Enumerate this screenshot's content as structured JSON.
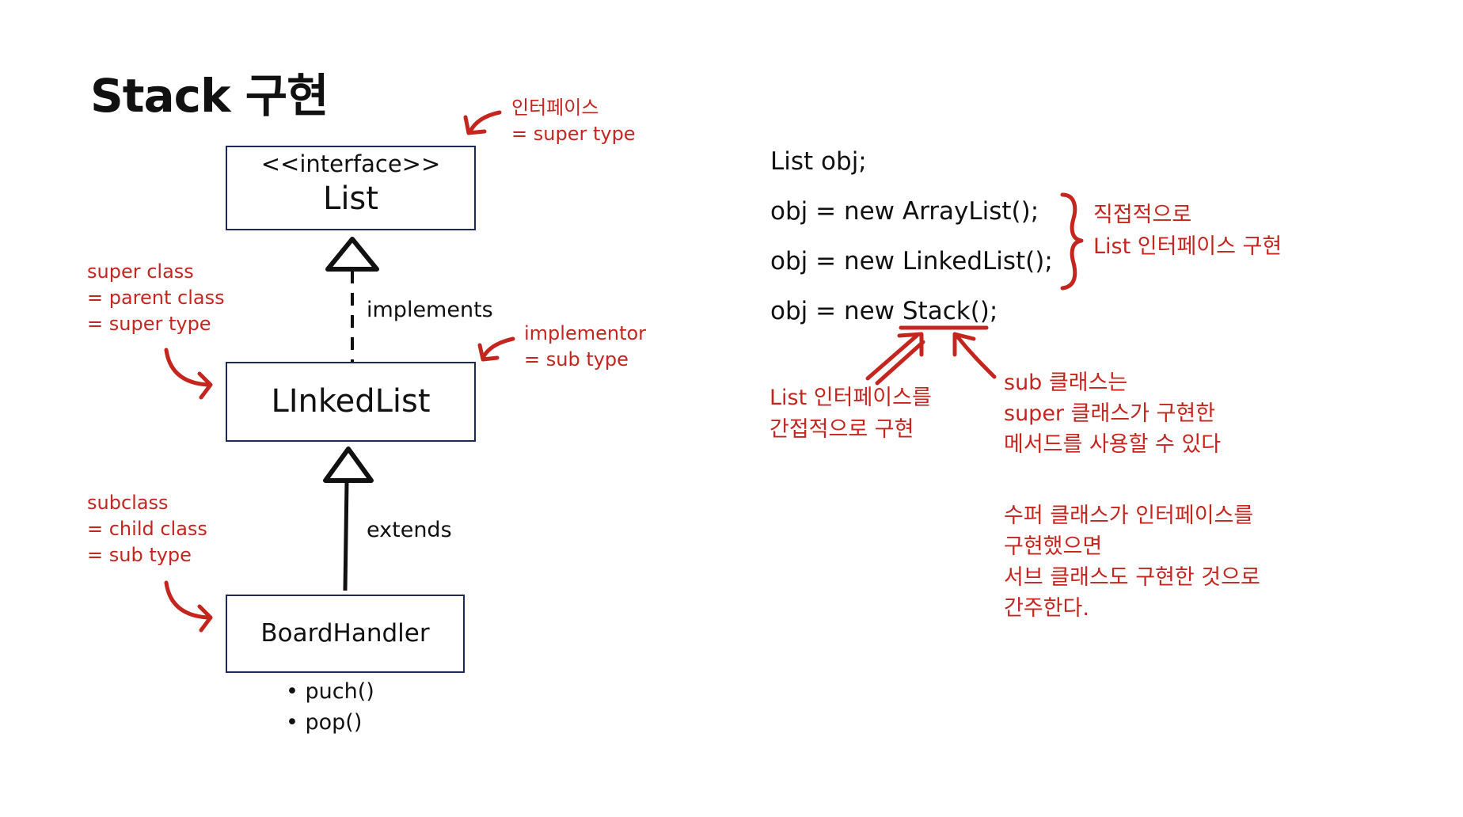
{
  "title": "Stack 구현",
  "uml": {
    "list_box": {
      "stereotype": "<<interface>>",
      "name": "List"
    },
    "linkedlist_box": {
      "name": "LInkedList"
    },
    "boardhandler_box": {
      "name": "BoardHandler",
      "methods": [
        "• puch()",
        "• pop()"
      ]
    },
    "implements_label": "implements",
    "extends_label": "extends"
  },
  "annotations": {
    "interface_note": [
      "인터페이스",
      "= super type"
    ],
    "superclass_note": [
      "super class",
      "= parent class",
      "= super type"
    ],
    "implementor_note": [
      "implementor",
      "= sub type"
    ],
    "subclass_note": [
      "subclass",
      "= child class",
      "= sub type"
    ]
  },
  "code": {
    "lines": [
      "List obj;",
      "obj = new ArrayList();",
      "obj = new LinkedList();",
      "obj = new Stack();"
    ],
    "brace_note": [
      "직접적으로",
      "List 인터페이스 구현"
    ],
    "indirect_note": [
      "List 인터페이스를",
      "간접적으로 구현"
    ],
    "sub_note": [
      "sub 클래스는",
      "super 클래스가 구현한",
      "메서드를 사용할 수 있다"
    ],
    "conclusion": [
      "수퍼 클래스가 인터페이스를",
      "구현했으면",
      "서브 클래스도 구현한 것으로",
      "간주한다."
    ]
  },
  "colors": {
    "annotation": "#c4261f",
    "box_border": "#1c2a55",
    "text": "#111111"
  }
}
